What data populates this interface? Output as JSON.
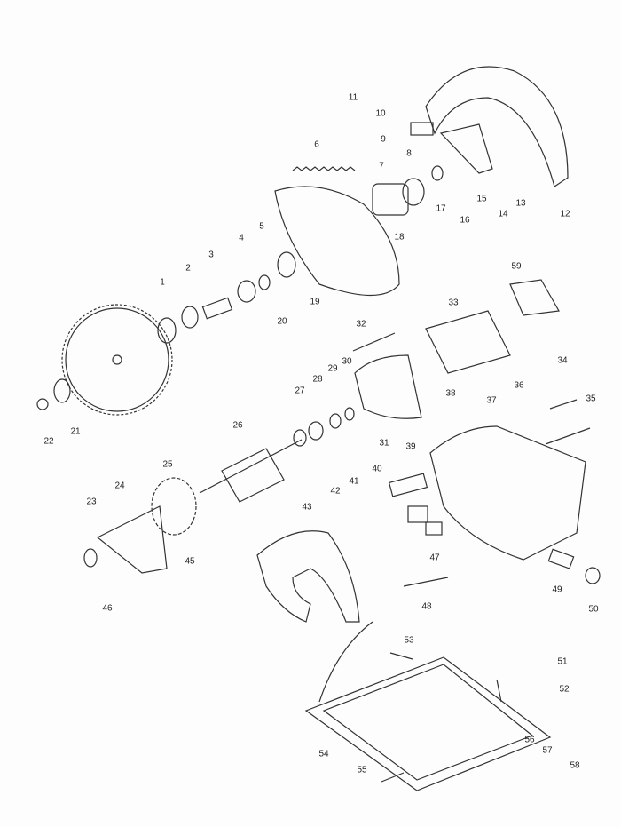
{
  "diagram": {
    "type": "exploded-parts-diagram",
    "part_numbers": [
      "1",
      "2",
      "3",
      "4",
      "5",
      "6",
      "7",
      "8",
      "9",
      "10",
      "11",
      "12",
      "13",
      "14",
      "15",
      "16",
      "17",
      "18",
      "19",
      "20",
      "21",
      "22",
      "23",
      "24",
      "25",
      "26",
      "27",
      "28",
      "29",
      "30",
      "31",
      "32",
      "33",
      "34",
      "35",
      "36",
      "37",
      "38",
      "39",
      "40",
      "41",
      "42",
      "43",
      "45",
      "46",
      "47",
      "48",
      "49",
      "50",
      "51",
      "52",
      "53",
      "54",
      "55",
      "56",
      "57",
      "58",
      "59"
    ]
  }
}
